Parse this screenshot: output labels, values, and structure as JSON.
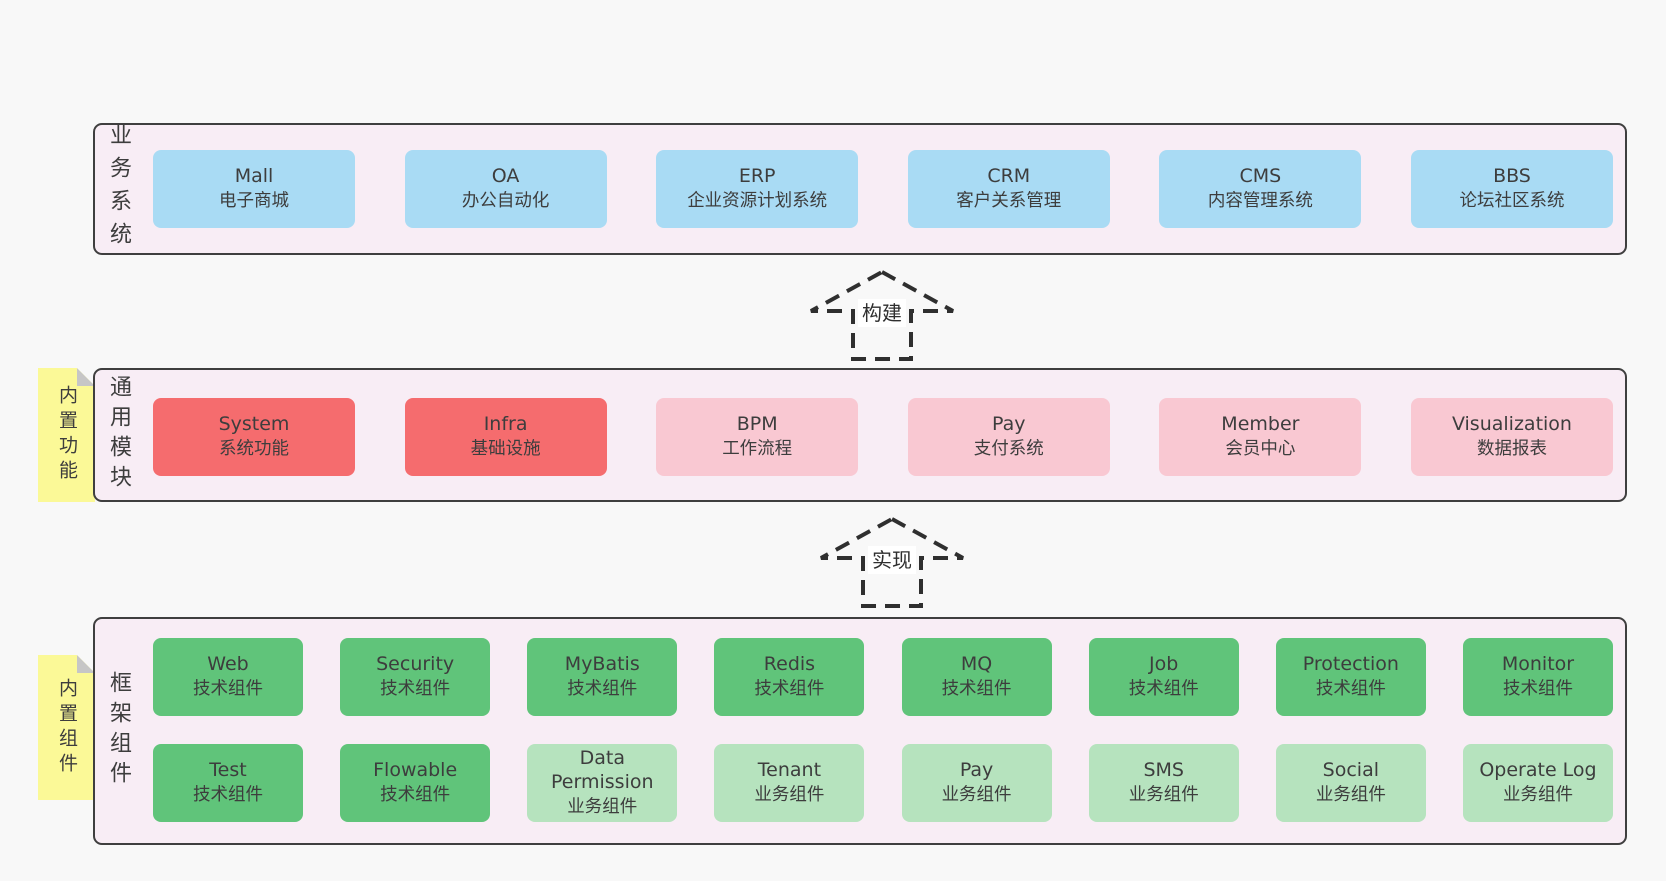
{
  "colors": {
    "page_bg": "#f8f8f8",
    "container_bg": "#f8edf5",
    "container_border": "#3f3f3f",
    "blue": "#a9dbf4",
    "red": "#f56c6e",
    "pink": "#f9c8d2",
    "green": "#60c47a",
    "light_green": "#b6e3be",
    "note_yellow": "#fbf997",
    "note_fold": "#c6c6c6",
    "text": "#3d3d3d",
    "arrow_stroke": "#2f2f2f"
  },
  "arrows": [
    {
      "label": "构建"
    },
    {
      "label": "实现"
    }
  ],
  "layers": [
    {
      "label": "业务系统",
      "boxes": [
        {
          "name": "Mall",
          "desc": "电子商城",
          "type": "blue"
        },
        {
          "name": "OA",
          "desc": "办公自动化",
          "type": "blue"
        },
        {
          "name": "ERP",
          "desc": "企业资源计划系统",
          "type": "blue"
        },
        {
          "name": "CRM",
          "desc": "客户关系管理",
          "type": "blue"
        },
        {
          "name": "CMS",
          "desc": "内容管理系统",
          "type": "blue"
        },
        {
          "name": "BBS",
          "desc": "论坛社区系统",
          "type": "blue"
        }
      ]
    },
    {
      "label": "通用模块",
      "note": "内置功能",
      "boxes": [
        {
          "name": "System",
          "desc": "系统功能",
          "type": "red"
        },
        {
          "name": "Infra",
          "desc": "基础设施",
          "type": "red"
        },
        {
          "name": "BPM",
          "desc": "工作流程",
          "type": "pink"
        },
        {
          "name": "Pay",
          "desc": "支付系统",
          "type": "pink"
        },
        {
          "name": "Member",
          "desc": "会员中心",
          "type": "pink"
        },
        {
          "name": "Visualization",
          "desc": "数据报表",
          "type": "pink"
        }
      ]
    },
    {
      "label": "框架组件",
      "note": "内置组件",
      "rows": [
        [
          {
            "name": "Web",
            "desc": "技术组件",
            "type": "green"
          },
          {
            "name": "Security",
            "desc": "技术组件",
            "type": "green"
          },
          {
            "name": "MyBatis",
            "desc": "技术组件",
            "type": "green"
          },
          {
            "name": "Redis",
            "desc": "技术组件",
            "type": "green"
          },
          {
            "name": "MQ",
            "desc": "技术组件",
            "type": "green"
          },
          {
            "name": "Job",
            "desc": "技术组件",
            "type": "green"
          },
          {
            "name": "Protection",
            "desc": "技术组件",
            "type": "green"
          },
          {
            "name": "Monitor",
            "desc": "技术组件",
            "type": "green"
          }
        ],
        [
          {
            "name": "Test",
            "desc": "技术组件",
            "type": "green"
          },
          {
            "name": "Flowable",
            "desc": "技术组件",
            "type": "green"
          },
          {
            "name": "Data Permission",
            "desc": "业务组件",
            "type": "light_green"
          },
          {
            "name": "Tenant",
            "desc": "业务组件",
            "type": "light_green"
          },
          {
            "name": "Pay",
            "desc": "业务组件",
            "type": "light_green"
          },
          {
            "name": "SMS",
            "desc": "业务组件",
            "type": "light_green"
          },
          {
            "name": "Social",
            "desc": "业务组件",
            "type": "light_green"
          },
          {
            "name": "Operate Log",
            "desc": "业务组件",
            "type": "light_green"
          }
        ]
      ]
    }
  ]
}
